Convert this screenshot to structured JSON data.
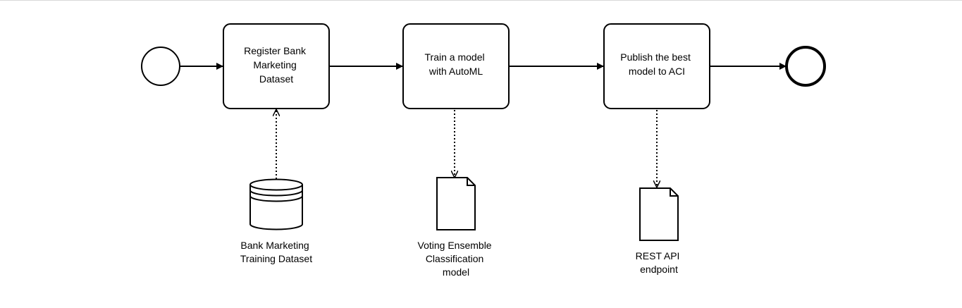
{
  "diagram": {
    "tasks": [
      {
        "id": "register",
        "lines": [
          "Register Bank",
          "Marketing",
          "Dataset"
        ]
      },
      {
        "id": "train",
        "lines": [
          "Train a model",
          "with AutoML"
        ]
      },
      {
        "id": "publish",
        "lines": [
          "Publish the best",
          "model to ACI"
        ]
      }
    ],
    "artifacts": [
      {
        "id": "training-dataset",
        "kind": "data-store",
        "lines": [
          "Bank Marketing",
          "Training Dataset"
        ]
      },
      {
        "id": "voting-ensemble-model",
        "kind": "document",
        "lines": [
          "Voting Ensemble",
          "Classification",
          "model"
        ]
      },
      {
        "id": "rest-api-endpoint",
        "kind": "document",
        "lines": [
          "REST API",
          "endpoint"
        ]
      }
    ],
    "colors": {
      "stroke": "#000000",
      "fill": "#ffffff",
      "rule": "#d9d9d9"
    }
  }
}
